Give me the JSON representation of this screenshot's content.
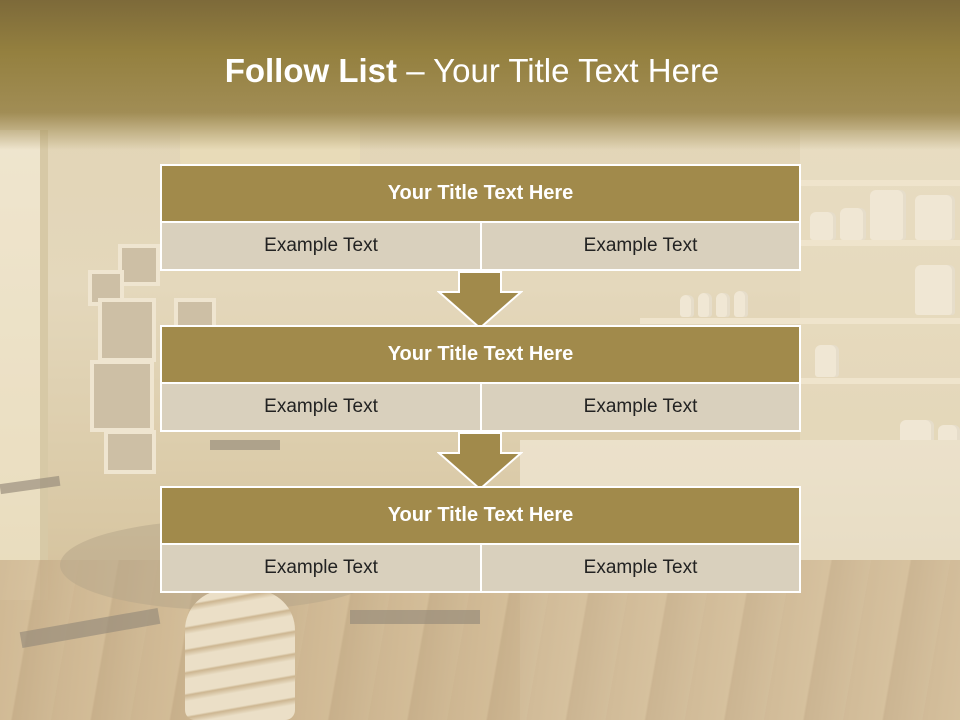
{
  "slide": {
    "title_bold": "Follow List",
    "title_rest": " – Your Title Text Here"
  },
  "follow_list": [
    {
      "title": "Your Title Text Here",
      "left_text": "Example Text",
      "right_text": "Example Text"
    },
    {
      "title": "Your Title Text Here",
      "left_text": "Example Text",
      "right_text": "Example Text"
    },
    {
      "title": "Your Title Text Here",
      "left_text": "Example Text",
      "right_text": "Example Text"
    }
  ],
  "colors": {
    "header": "#8f7a45",
    "block_title": "#a18a4b",
    "cell": "#d9d0bd",
    "arrow": "#a18a4b"
  },
  "icons": [
    "down-arrow-icon"
  ]
}
